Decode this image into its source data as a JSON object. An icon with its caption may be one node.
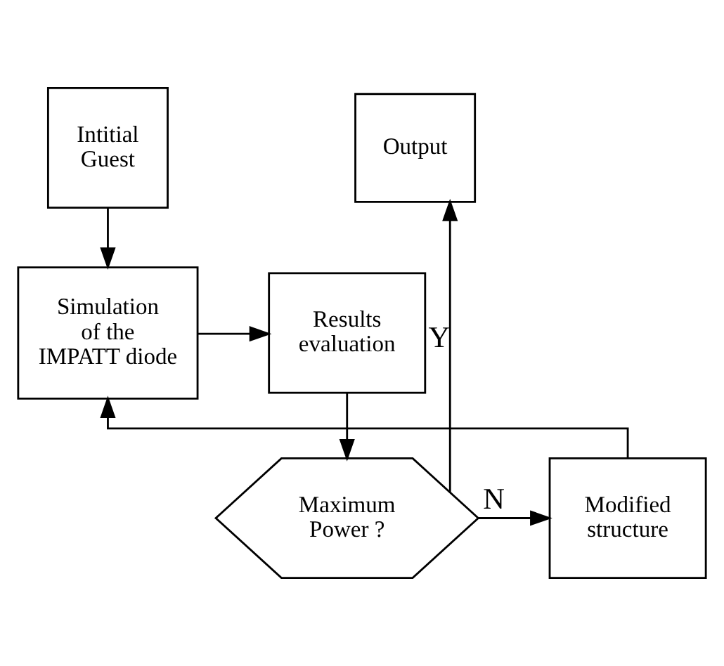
{
  "diagram": {
    "nodes": [
      {
        "text": [
          "Intitial Guest"
        ]
      },
      {
        "text": [
          "Simulation of the IMPATT diode"
        ]
      },
      {
        "text": [
          "Results evaluation"
        ]
      },
      {
        "text": [
          "Output"
        ]
      },
      {
        "text": [
          "Maximum Power ?"
        ]
      },
      {
        "text": [
          "Modified structure"
        ]
      }
    ],
    "edges": [
      {
        "from": 0,
        "to": 1,
        "arrow": "to"
      },
      {
        "from": 1,
        "to": 2,
        "arrow": "to"
      },
      {
        "from": 2,
        "to": 4,
        "arrow": "to"
      },
      {
        "from": 4,
        "to": 5,
        "arrow": "to",
        "label": "N"
      },
      {
        "from": 4,
        "to": 3,
        "arrow": "to",
        "label": "Y"
      },
      {
        "from": 5,
        "to": 1,
        "arrow": "to"
      }
    ]
  }
}
